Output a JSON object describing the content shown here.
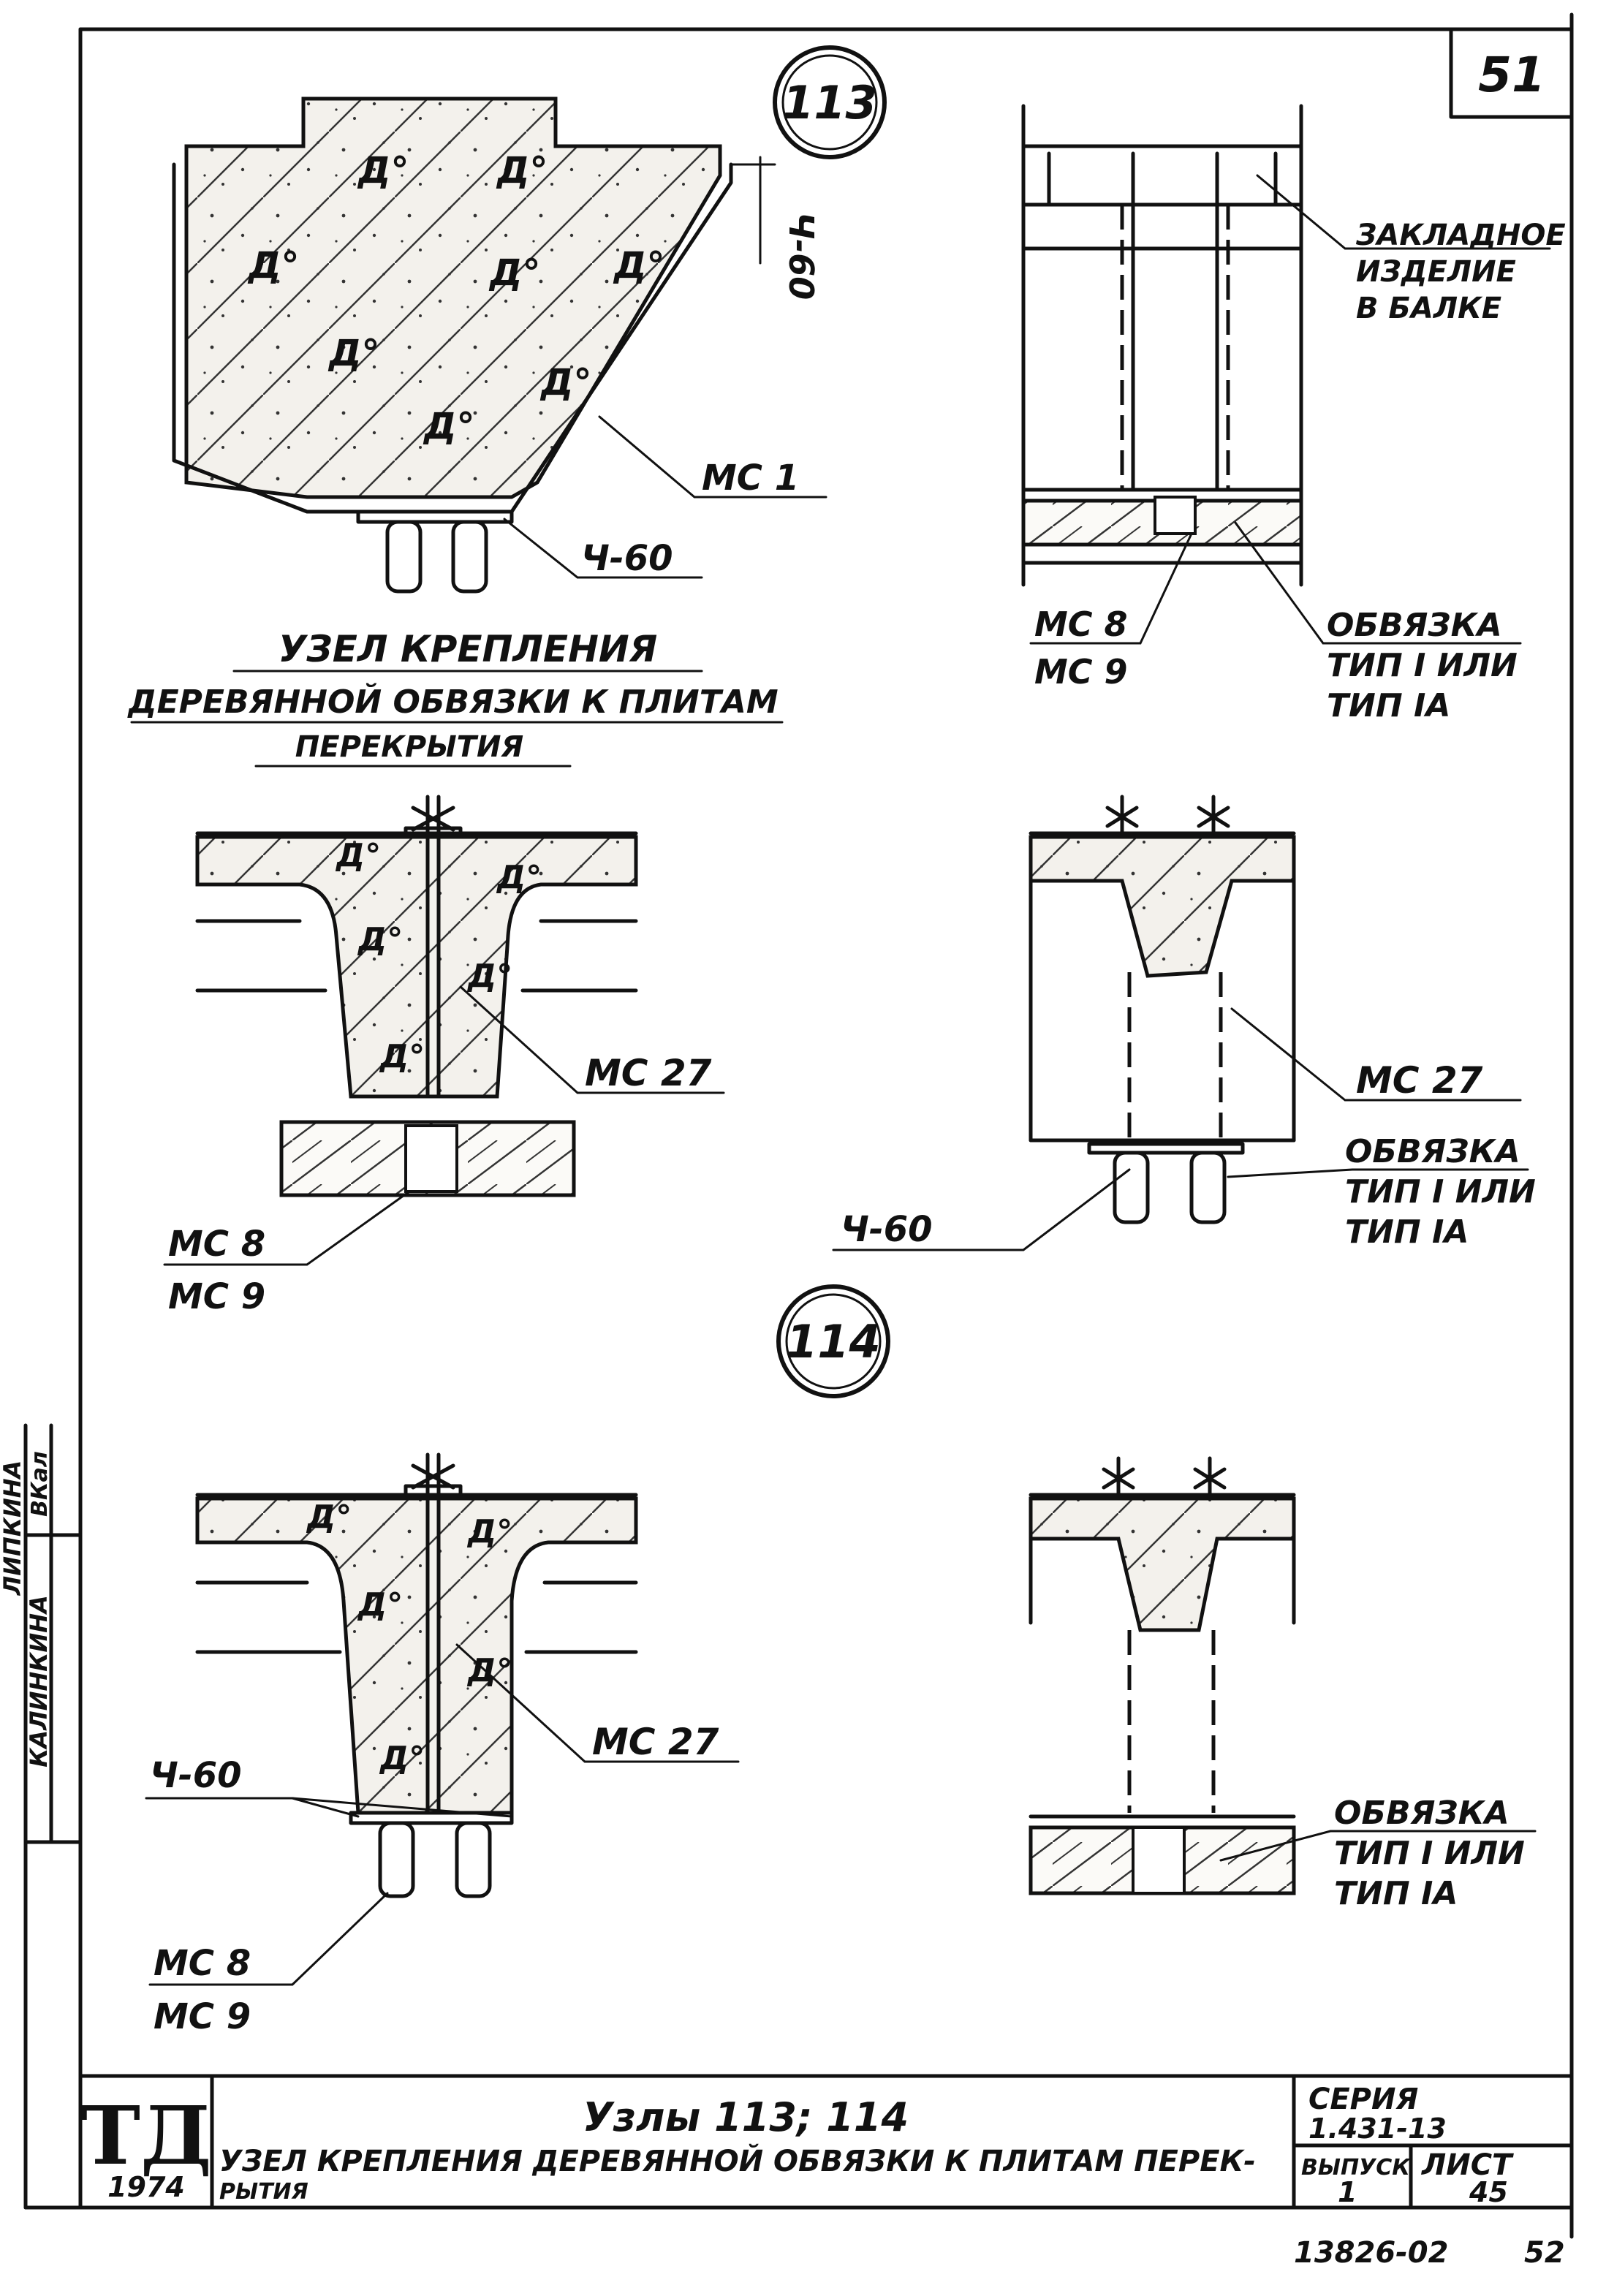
{
  "sheet": {
    "page_number": "51",
    "bottom_number": "52",
    "doc_code": "13826-02"
  },
  "nodes": {
    "n113": "113",
    "n114": "114"
  },
  "section_title": {
    "line1": "УЗЕЛ КРЕПЛЕНИЯ",
    "line2": "ДЕРЕВЯННОЙ ОБВЯЗКИ К ПЛИТАМ",
    "line3": "ПЕРЕКРЫТИЯ"
  },
  "labels": {
    "ch60": "Ч-60",
    "ms1": "МС 1",
    "ms8": "МС 8",
    "ms9": "МС 9",
    "ms27": "МС 27",
    "embedded_l1": "ЗАКЛАДНОЕ",
    "embedded_l2": "ИЗДЕЛИЕ",
    "embedded_l3": "В БАЛКЕ",
    "obv_l1": "ОБВЯЗКА",
    "obv_l2": "ТИП I ИЛИ",
    "obv_l3": "ТИП IА",
    "concrete_mark": "Д°"
  },
  "title_block": {
    "logo": "ТД",
    "year": "1974",
    "nodes_title": "Узлы 113; 114",
    "description_l1": "УЗЕЛ КРЕПЛЕНИЯ ДЕРЕВЯННОЙ ОБВЯЗКИ К ПЛИТАМ ПЕРЕК-",
    "description_l2": "РЫТИЯ",
    "series_label": "СЕРИЯ",
    "series_value": "1.431-13",
    "issue_label": "ВЫПУСК",
    "issue_value": "1",
    "sheet_label": "ЛИСТ",
    "sheet_value": "45"
  },
  "side_stamp": {
    "name1": "КАЛИНКИНА",
    "name2": "ЛИПКИНА",
    "sign": "ВКал"
  }
}
